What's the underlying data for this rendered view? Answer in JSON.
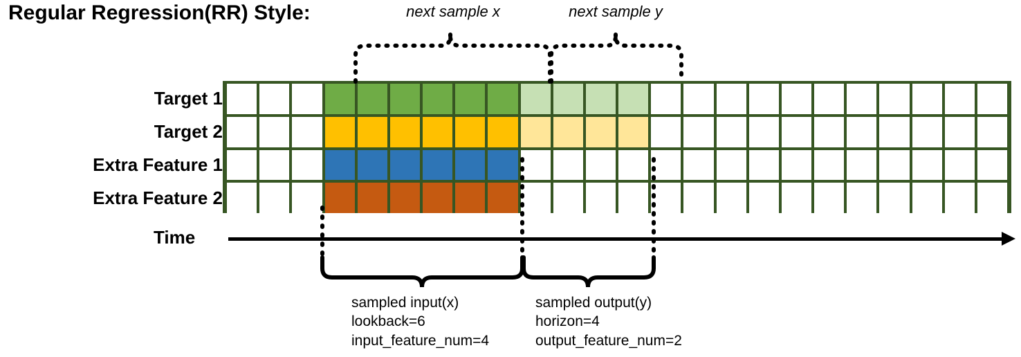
{
  "title": "Regular Regression(RR) Style:",
  "rows": [
    {
      "label": "Target 1",
      "name": "target-1"
    },
    {
      "label": "Target 2",
      "name": "target-2"
    },
    {
      "label": "Extra Feature 1",
      "name": "extra-feature-1"
    },
    {
      "label": "Extra Feature 2",
      "name": "extra-feature-2"
    }
  ],
  "axis": {
    "label": "Time"
  },
  "annotations": {
    "top_left": "next sample x",
    "top_right": "next sample y",
    "bottom_left": {
      "line1": "sampled input(x)",
      "line2": "lookback=6",
      "line3": "input_feature_num=4"
    },
    "bottom_right": {
      "line1": "sampled output(y)",
      "line2": "horizon=4",
      "line3": "output_feature_num=2"
    }
  },
  "colors": {
    "grid_border": "#375623",
    "empty": "#ffffff",
    "target1_full": "#6FAC46",
    "target1_fade": "#C6E0B4",
    "target2_full": "#FFC000",
    "target2_fade": "#FFE699",
    "feature1": "#2E75B6",
    "feature2": "#C55A11",
    "axis": "#000000",
    "text": "#000000"
  },
  "chart_data": {
    "type": "table",
    "title": "Regular Regression(RR) Style:",
    "columns": 24,
    "lookback": 6,
    "horizon": 4,
    "input_feature_num": 4,
    "output_feature_num": 2,
    "input_start_column": 4,
    "input_end_column": 9,
    "output_start_column": 10,
    "output_end_column": 13,
    "row_names": [
      "Target 1",
      "Target 2",
      "Extra Feature 1",
      "Extra Feature 2"
    ],
    "cell_states": [
      [
        "empty",
        "empty",
        "empty",
        "target1_full",
        "target1_full",
        "target1_full",
        "target1_full",
        "target1_full",
        "target1_full",
        "target1_fade",
        "target1_fade",
        "target1_fade",
        "target1_fade",
        "empty",
        "empty",
        "empty",
        "empty",
        "empty",
        "empty",
        "empty",
        "empty",
        "empty",
        "empty",
        "empty"
      ],
      [
        "empty",
        "empty",
        "empty",
        "target2_full",
        "target2_full",
        "target2_full",
        "target2_full",
        "target2_full",
        "target2_full",
        "target2_fade",
        "target2_fade",
        "target2_fade",
        "target2_fade",
        "empty",
        "empty",
        "empty",
        "empty",
        "empty",
        "empty",
        "empty",
        "empty",
        "empty",
        "empty",
        "empty"
      ],
      [
        "empty",
        "empty",
        "empty",
        "feature1",
        "feature1",
        "feature1",
        "feature1",
        "feature1",
        "feature1",
        "empty",
        "empty",
        "empty",
        "empty",
        "empty",
        "empty",
        "empty",
        "empty",
        "empty",
        "empty",
        "empty",
        "empty",
        "empty",
        "empty",
        "empty"
      ],
      [
        "empty",
        "empty",
        "empty",
        "feature2",
        "feature2",
        "feature2",
        "feature2",
        "feature2",
        "feature2",
        "empty",
        "empty",
        "empty",
        "empty",
        "empty",
        "empty",
        "empty",
        "empty",
        "empty",
        "empty",
        "empty",
        "empty",
        "empty",
        "empty",
        "empty"
      ]
    ]
  }
}
